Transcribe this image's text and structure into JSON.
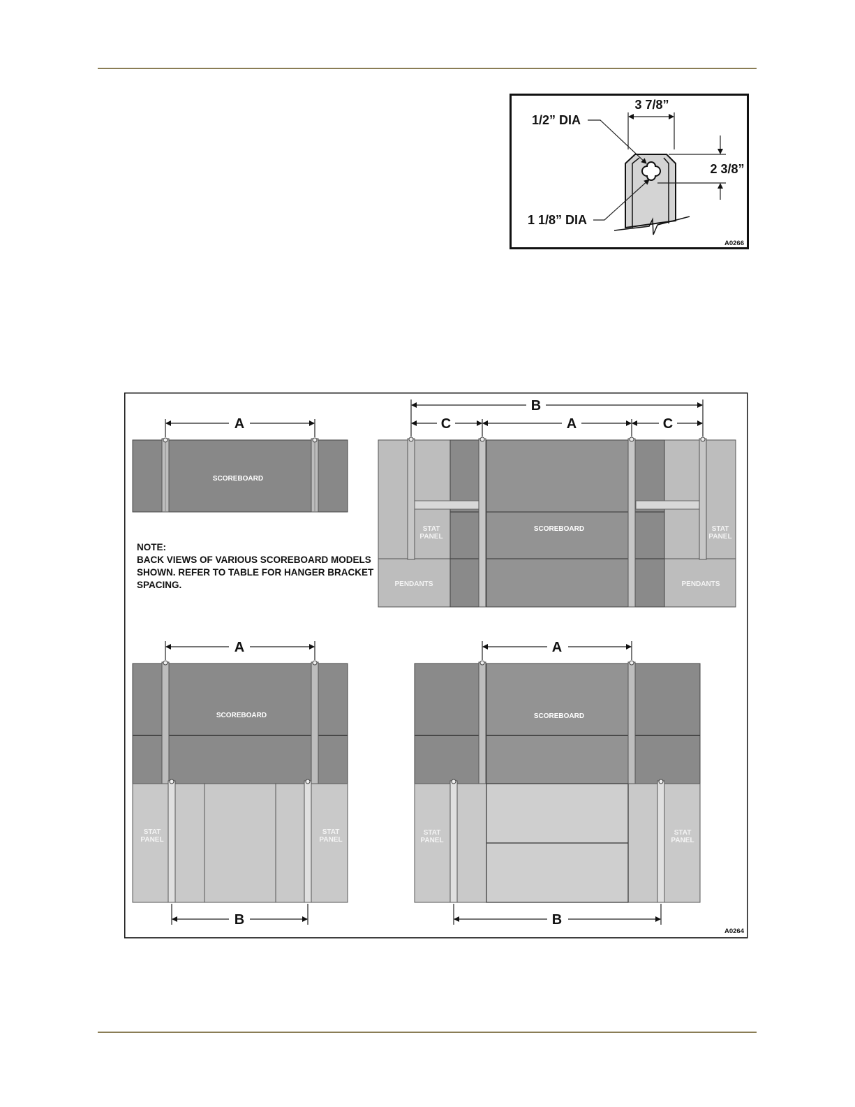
{
  "bracket_detail": {
    "width_dim": "3  7/8”",
    "hole_small": "1/2” DIA",
    "height_dim": "2  3/8”",
    "hole_large": "1  1/8” DIA",
    "code": "A0266"
  },
  "models": {
    "code": "A0264",
    "dim_a": "A",
    "dim_b": "B",
    "dim_c": "C",
    "scoreboard": "SCOREBOARD",
    "stat_panel_1": "STAT",
    "stat_panel_2": "PANEL",
    "pendants": "PENDANTS",
    "note_title": "NOTE:",
    "note_line1": "BACK VIEWS OF VARIOUS SCOREBOARD MODELS",
    "note_line2": "SHOWN. REFER TO TABLE FOR HANGER BRACKET",
    "note_line3": "SPACING."
  }
}
